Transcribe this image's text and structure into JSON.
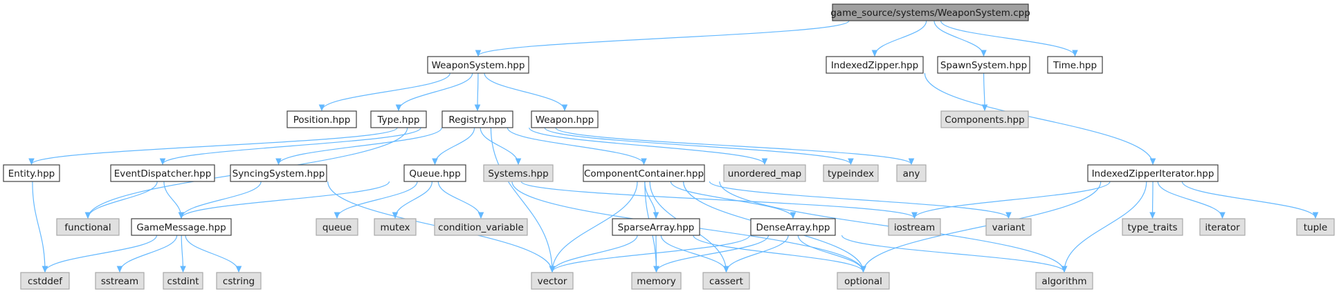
{
  "diagram": {
    "root": "game_source/systems/WeaponSystem.cpp",
    "nodes": {
      "root": "game_source/systems/WeaponSystem.cpp",
      "weaponsystem_hpp": "WeaponSystem.hpp",
      "indexedzipper_hpp": "IndexedZipper.hpp",
      "spawnsystem_hpp": "SpawnSystem.hpp",
      "time_hpp": "Time.hpp",
      "position_hpp": "Position.hpp",
      "type_hpp": "Type.hpp",
      "registry_hpp": "Registry.hpp",
      "weapon_hpp": "Weapon.hpp",
      "components_hpp": "Components.hpp",
      "entity_hpp": "Entity.hpp",
      "eventdispatcher_hpp": "EventDispatcher.hpp",
      "syncingsystem_hpp": "SyncingSystem.hpp",
      "queue_hpp": "Queue.hpp",
      "systems_hpp": "Systems.hpp",
      "componentcontainer_hpp": "ComponentContainer.hpp",
      "unordered_map": "unordered_map",
      "typeindex": "typeindex",
      "any": "any",
      "indexedzipperiterator_hpp": "IndexedZipperIterator.hpp",
      "functional": "functional",
      "gamemessage_hpp": "GameMessage.hpp",
      "queue": "queue",
      "mutex": "mutex",
      "condition_variable": "condition_variable",
      "sparsearray_hpp": "SparseArray.hpp",
      "densearray_hpp": "DenseArray.hpp",
      "iostream": "iostream",
      "variant": "variant",
      "type_traits": "type_traits",
      "iterator": "iterator",
      "tuple": "tuple",
      "cstddef": "cstddef",
      "sstream": "sstream",
      "cstdint": "cstdint",
      "cstring": "cstring",
      "vector": "vector",
      "memory": "memory",
      "cassert": "cassert",
      "optional": "optional",
      "algorithm": "algorithm"
    },
    "edges": [
      [
        "root",
        "weaponsystem_hpp"
      ],
      [
        "root",
        "indexedzipper_hpp"
      ],
      [
        "root",
        "spawnsystem_hpp"
      ],
      [
        "root",
        "time_hpp"
      ],
      [
        "weaponsystem_hpp",
        "position_hpp"
      ],
      [
        "weaponsystem_hpp",
        "type_hpp"
      ],
      [
        "weaponsystem_hpp",
        "registry_hpp"
      ],
      [
        "weaponsystem_hpp",
        "weapon_hpp"
      ],
      [
        "spawnsystem_hpp",
        "components_hpp"
      ],
      [
        "indexedzipper_hpp",
        "indexedzipperiterator_hpp"
      ],
      [
        "registry_hpp",
        "entity_hpp"
      ],
      [
        "registry_hpp",
        "functional"
      ],
      [
        "registry_hpp",
        "eventdispatcher_hpp"
      ],
      [
        "registry_hpp",
        "syncingsystem_hpp"
      ],
      [
        "registry_hpp",
        "vector"
      ],
      [
        "registry_hpp",
        "queue_hpp"
      ],
      [
        "registry_hpp",
        "systems_hpp"
      ],
      [
        "registry_hpp",
        "componentcontainer_hpp"
      ],
      [
        "registry_hpp",
        "unordered_map"
      ],
      [
        "registry_hpp",
        "typeindex"
      ],
      [
        "registry_hpp",
        "any"
      ],
      [
        "entity_hpp",
        "cstddef"
      ],
      [
        "eventdispatcher_hpp",
        "functional"
      ],
      [
        "eventdispatcher_hpp",
        "gamemessage_hpp"
      ],
      [
        "syncingsystem_hpp",
        "gamemessage_hpp"
      ],
      [
        "syncingsystem_hpp",
        "vector"
      ],
      [
        "queue_hpp",
        "gamemessage_hpp"
      ],
      [
        "queue_hpp",
        "queue"
      ],
      [
        "queue_hpp",
        "mutex"
      ],
      [
        "queue_hpp",
        "condition_variable"
      ],
      [
        "queue_hpp",
        "iostream"
      ],
      [
        "queue_hpp",
        "optional"
      ],
      [
        "componentcontainer_hpp",
        "vector"
      ],
      [
        "componentcontainer_hpp",
        "memory"
      ],
      [
        "componentcontainer_hpp",
        "sparsearray_hpp"
      ],
      [
        "componentcontainer_hpp",
        "cassert"
      ],
      [
        "componentcontainer_hpp",
        "densearray_hpp"
      ],
      [
        "componentcontainer_hpp",
        "optional"
      ],
      [
        "componentcontainer_hpp",
        "variant"
      ],
      [
        "componentcontainer_hpp",
        "algorithm"
      ],
      [
        "gamemessage_hpp",
        "cstddef"
      ],
      [
        "gamemessage_hpp",
        "sstream"
      ],
      [
        "gamemessage_hpp",
        "cstdint"
      ],
      [
        "gamemessage_hpp",
        "cstring"
      ],
      [
        "sparsearray_hpp",
        "vector"
      ],
      [
        "sparsearray_hpp",
        "memory"
      ],
      [
        "sparsearray_hpp",
        "cassert"
      ],
      [
        "sparsearray_hpp",
        "optional"
      ],
      [
        "densearray_hpp",
        "vector"
      ],
      [
        "densearray_hpp",
        "memory"
      ],
      [
        "densearray_hpp",
        "cassert"
      ],
      [
        "densearray_hpp",
        "optional"
      ],
      [
        "densearray_hpp",
        "algorithm"
      ],
      [
        "indexedzipperiterator_hpp",
        "iostream"
      ],
      [
        "indexedzipperiterator_hpp",
        "optional"
      ],
      [
        "indexedzipperiterator_hpp",
        "type_traits"
      ],
      [
        "indexedzipperiterator_hpp",
        "iterator"
      ],
      [
        "indexedzipperiterator_hpp",
        "tuple"
      ],
      [
        "indexedzipperiterator_hpp",
        "algorithm"
      ]
    ]
  }
}
